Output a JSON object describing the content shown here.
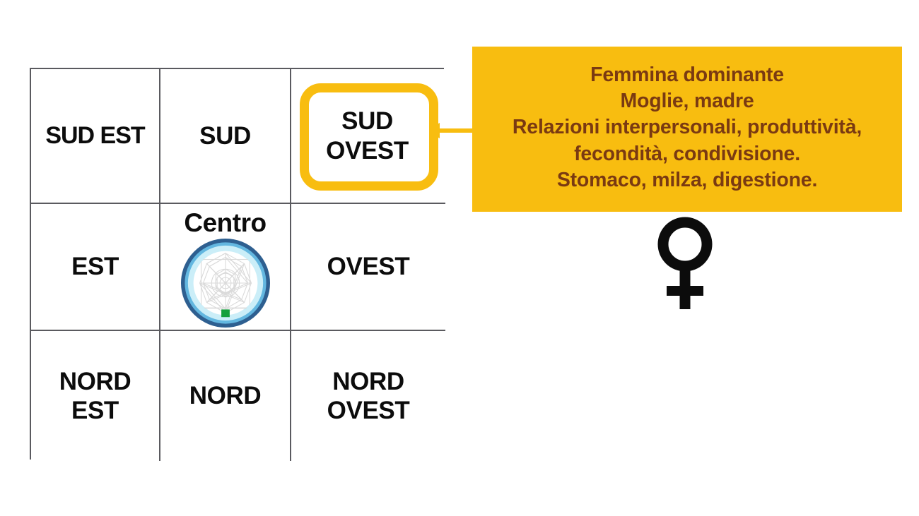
{
  "grid": {
    "name": "bagua-directions-grid",
    "cells": [
      {
        "id": "sud-est",
        "label": "SUD EST",
        "highlighted": false
      },
      {
        "id": "sud",
        "label": "SUD",
        "highlighted": false
      },
      {
        "id": "sud-ovest",
        "label": "SUD\nOVEST",
        "highlighted": true
      },
      {
        "id": "est",
        "label": "EST",
        "highlighted": false
      },
      {
        "id": "centro",
        "label": "Centro",
        "highlighted": false
      },
      {
        "id": "ovest",
        "label": "OVEST",
        "highlighted": false
      },
      {
        "id": "nord-est",
        "label": "NORD\nEST",
        "highlighted": false
      },
      {
        "id": "nord",
        "label": "NORD",
        "highlighted": false
      },
      {
        "id": "nord-ovest",
        "label": "NORD\nOVEST",
        "highlighted": false
      }
    ]
  },
  "centro_logo": {
    "icon_name": "mandala-circle-logo",
    "ring_outer_color": "#2e5f90",
    "ring_mid_color": "#6fc4e8",
    "ring_inner_color": "#cbeef8",
    "interior_color": "#ffffff",
    "pattern_color": "#d8d8d8",
    "marker_color": "#14a03c",
    "marker_shape": "square"
  },
  "callout": {
    "text": "Femmina dominante\nMoglie, madre\nRelazioni interpersonali, produttività,\nfecondità, condivisione.\nStomaco, milza, digestione.",
    "lines": [
      "Femmina dominante",
      "Moglie, madre",
      "Relazioni interpersonali, produttività,",
      "fecondità, condivisione.",
      "Stomaco, milza, digestione."
    ],
    "background_color": "#f8bd10",
    "text_color": "#7a3a12",
    "arrow_icon": "arrow-left-icon",
    "arrow_color": "#f8bd10",
    "points_to": "sud-ovest"
  },
  "venus": {
    "icon_name": "venus-female-symbol",
    "color": "#0c0c0c"
  },
  "colors": {
    "accent_yellow": "#f8bd10",
    "callout_text": "#7a3a12",
    "grid_border": "#5a5a5f",
    "label_text": "#0c0c0c"
  }
}
